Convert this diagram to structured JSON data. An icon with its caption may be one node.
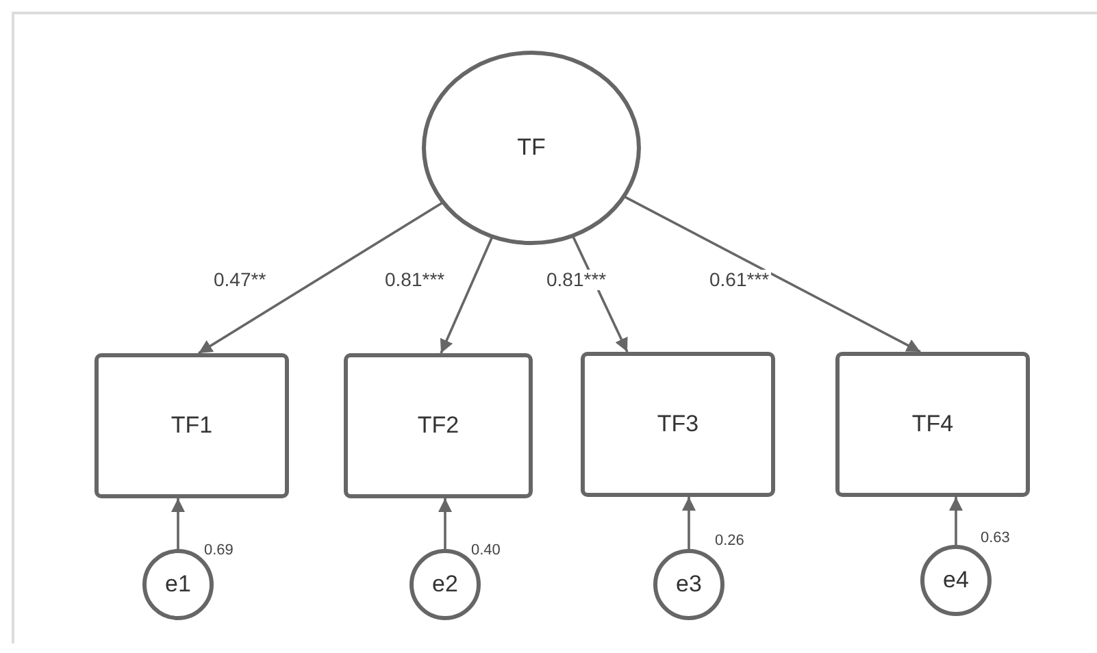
{
  "diagram": {
    "nodes": [
      {
        "text": [
          "TF"
        ]
      },
      {
        "text": [
          "TF1"
        ]
      },
      {
        "text": [
          "TF2"
        ]
      },
      {
        "text": [
          "TF3"
        ]
      },
      {
        "text": [
          "TF4"
        ]
      },
      {
        "text": [
          "e1"
        ]
      },
      {
        "text": [
          "e2"
        ]
      },
      {
        "text": [
          "e3"
        ]
      },
      {
        "text": [
          "e4"
        ]
      }
    ],
    "edges": [
      {
        "from": 0,
        "to": 1,
        "arrow": "to",
        "label": "0.47**"
      },
      {
        "from": 0,
        "to": 2,
        "arrow": "to",
        "label": "0.81***"
      },
      {
        "from": 0,
        "to": 3,
        "arrow": "to",
        "label": "0.81***"
      },
      {
        "from": 0,
        "to": 4,
        "arrow": "to",
        "label": "0.61***"
      },
      {
        "from": 5,
        "to": 1,
        "arrow": "to",
        "label": "0.69"
      },
      {
        "from": 6,
        "to": 2,
        "arrow": "to",
        "label": "0.40"
      },
      {
        "from": 7,
        "to": 3,
        "arrow": "to",
        "label": "0.26"
      },
      {
        "from": 8,
        "to": 4,
        "arrow": "to",
        "label": "0.63"
      }
    ]
  }
}
